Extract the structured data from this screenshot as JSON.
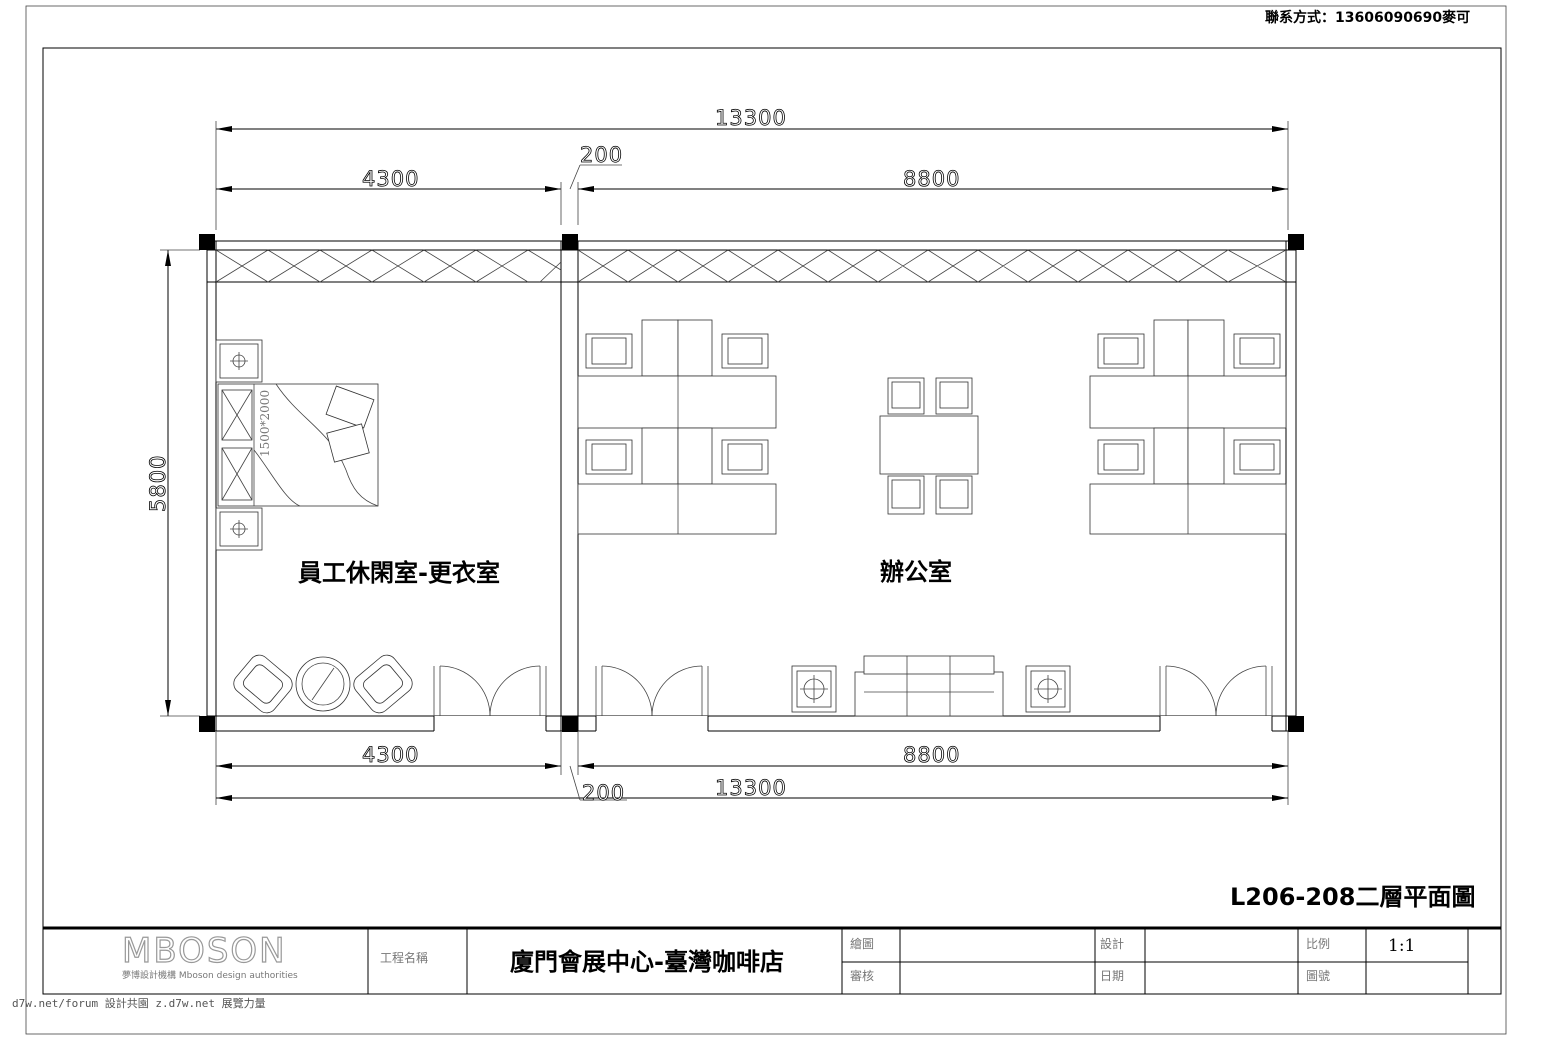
{
  "contact": "聯系方式：13606090690麥可",
  "dimensions": {
    "top_total": "13300",
    "top_left": "4300",
    "top_gap": "200",
    "top_right": "8800",
    "height": "5800",
    "bottom_left": "4300",
    "bottom_right": "8800",
    "bottom_gap": "200",
    "bottom_total": "13300"
  },
  "rooms": {
    "left": "員工休閑室-更衣室",
    "right": "辦公室"
  },
  "bed_label": "1500*2000",
  "drawing_title": "L206-208二層平面圖",
  "title_block": {
    "logo": "MBOSON",
    "logo_sub": "夢博設計機構 Mboson design authorities",
    "project_label": "工程名稱",
    "project_name": "廈門會展中心-臺灣咖啡店",
    "drawn_label": "繪圖",
    "check_label": "審核",
    "design_label": "設計",
    "date_label": "日期",
    "scale_label": "比例",
    "scale_value": "1:1",
    "drawing_no_label": "圖號"
  },
  "watermark": "d7w.net/forum 設計共園 z.d7w.net 展覽力量"
}
